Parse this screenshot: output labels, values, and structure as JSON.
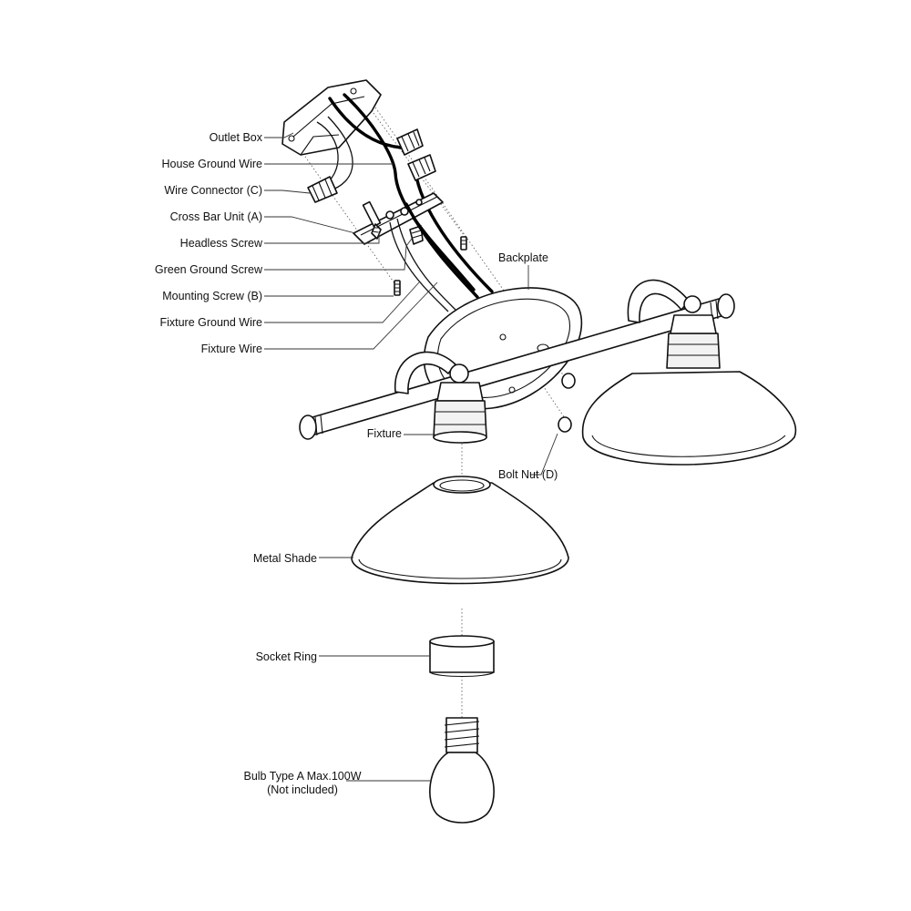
{
  "labels": {
    "outlet_box": "Outlet Box",
    "house_ground_wire": "House Ground Wire",
    "wire_connector": "Wire Connector (C)",
    "cross_bar_unit": "Cross Bar Unit (A)",
    "headless_screw": "Headless Screw",
    "green_ground_screw": "Green Ground Screw",
    "mounting_screw": "Mounting Screw (B)",
    "fixture_ground_wire": "Fixture Ground Wire",
    "fixture_wire": "Fixture Wire",
    "backplate": "Backplate",
    "fixture": "Fixture",
    "bolt_nut": "Bolt Nut (D)",
    "metal_shade": "Metal Shade",
    "socket_ring": "Socket Ring",
    "bulb_line1": "Bulb Type A Max.100W",
    "bulb_line2": "(Not included)"
  }
}
